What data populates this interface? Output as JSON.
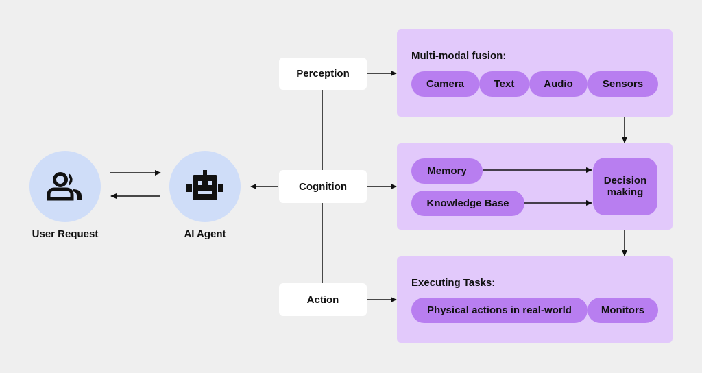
{
  "nodes": {
    "user_request": "User Request",
    "ai_agent": "AI Agent"
  },
  "stages": {
    "perception": "Perception",
    "cognition": "Cognition",
    "action": "Action"
  },
  "perception_panel": {
    "title": "Multi-modal fusion:",
    "chips": [
      "Camera",
      "Text",
      "Audio",
      "Sensors"
    ]
  },
  "cognition_panel": {
    "memory": "Memory",
    "knowledge_base": "Knowledge Base",
    "decision": "Decision making"
  },
  "action_panel": {
    "title": "Executing Tasks:",
    "chips": [
      "Physical actions in real-world",
      "Monitors"
    ]
  },
  "icons": {
    "user": "users-icon",
    "agent": "robot-icon"
  }
}
